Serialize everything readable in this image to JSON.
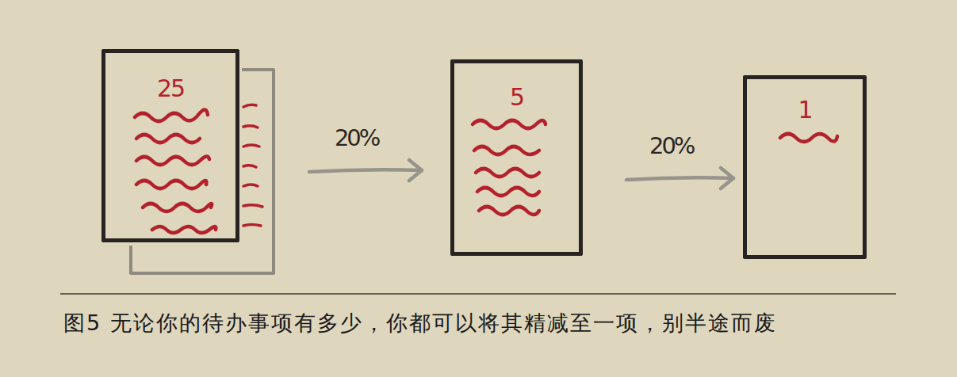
{
  "diagram": {
    "caption": "图5 无论你的待办事项有多少，你都可以将其精减至一项，别半途而废",
    "nodes": [
      {
        "text": [
          "25"
        ]
      },
      {
        "text": [
          "5"
        ]
      },
      {
        "text": [
          "1"
        ]
      }
    ],
    "edges": [
      {
        "from": 0,
        "to": 1,
        "label": "20%",
        "arrow": "to"
      },
      {
        "from": 1,
        "to": 2,
        "label": "20%",
        "arrow": "to"
      }
    ]
  }
}
